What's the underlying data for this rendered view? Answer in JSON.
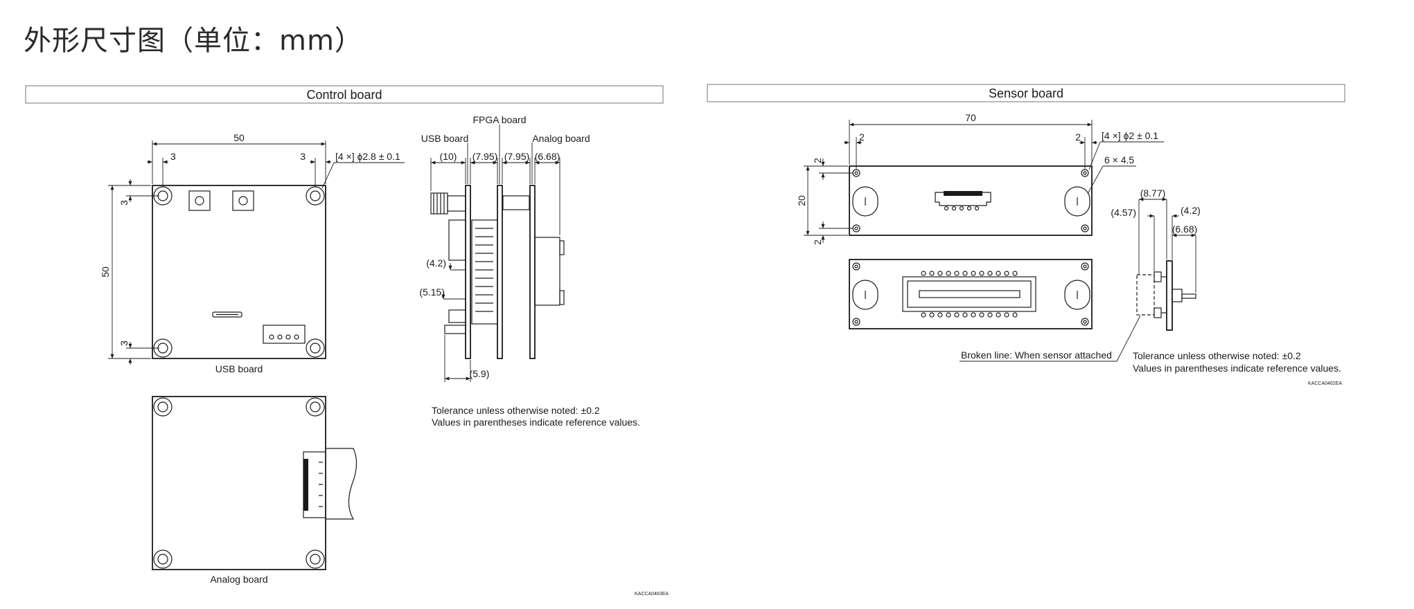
{
  "page_title": "外形尺寸图（单位：mm）",
  "control": {
    "header": "Control board",
    "dims": {
      "width": "50",
      "off_left": "3",
      "off_right": "3",
      "hole": "[4 ×] ϕ2.8 ± 0.1",
      "height": "50",
      "off_top": "3",
      "off_bottom": "3"
    },
    "usb_label": "USB board",
    "analog_label": "Analog board",
    "side": {
      "fpga_label": "FPGA board",
      "usb_label": "USB board",
      "analog_label": "Analog board",
      "d10": "(10)",
      "d795a": "(7.95)",
      "d795b": "(7.95)",
      "d668": "(6.68)",
      "d42": "(4.2)",
      "d515": "(5.15)",
      "d59": "(5.9)"
    },
    "note_line1": "Tolerance unless otherwise noted: ±0.2",
    "note_line2": "Values in parentheses indicate reference values.",
    "code": "KACCA0463EA"
  },
  "sensor": {
    "header": "Sensor board",
    "dims": {
      "width": "70",
      "off_left": "2",
      "off_right": "2",
      "hole": "[4 ×] ϕ2 ± 0.1",
      "slot": "6 × 4.5",
      "height": "20",
      "off_top": "2",
      "off_bottom": "2"
    },
    "side": {
      "d877": "(8.77)",
      "d457": "(4.57)",
      "d42": "(4.2)",
      "d668": "(6.68)"
    },
    "broken_line": "Broken line: When sensor attached",
    "note_line1": "Tolerance unless otherwise noted: ±0.2",
    "note_line2": "Values in parentheses indicate reference values.",
    "code": "KACCA0462EA"
  }
}
